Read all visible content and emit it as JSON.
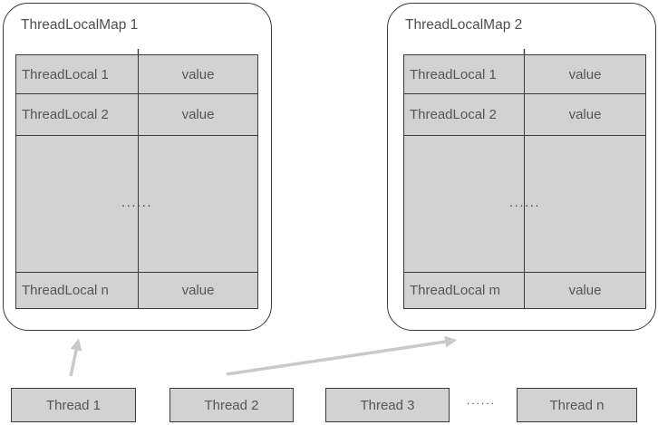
{
  "diagram": {
    "maps": [
      {
        "title": "ThreadLocalMap 1",
        "rows": [
          {
            "key": "ThreadLocal 1",
            "value": "value"
          },
          {
            "key": "ThreadLocal 2",
            "value": "value"
          }
        ],
        "ellipsis": "......",
        "last_row": {
          "key": "ThreadLocal n",
          "value": "value"
        }
      },
      {
        "title": "ThreadLocalMap 2",
        "rows": [
          {
            "key": "ThreadLocal 1",
            "value": "value"
          },
          {
            "key": "ThreadLocal 2",
            "value": "value"
          }
        ],
        "ellipsis": "......",
        "last_row": {
          "key": "ThreadLocal m",
          "value": "value"
        }
      }
    ],
    "threads": [
      {
        "label": "Thread 1"
      },
      {
        "label": "Thread 2"
      },
      {
        "label": "Thread 3"
      },
      {
        "label": "Thread n"
      }
    ],
    "threads_ellipsis": "......",
    "colors": {
      "background": "#ffffff",
      "cell_fill": "#d2d2d2",
      "line_dark": "#3a3a3a",
      "text": "#545557",
      "arrow": "#c8c9ca"
    }
  }
}
